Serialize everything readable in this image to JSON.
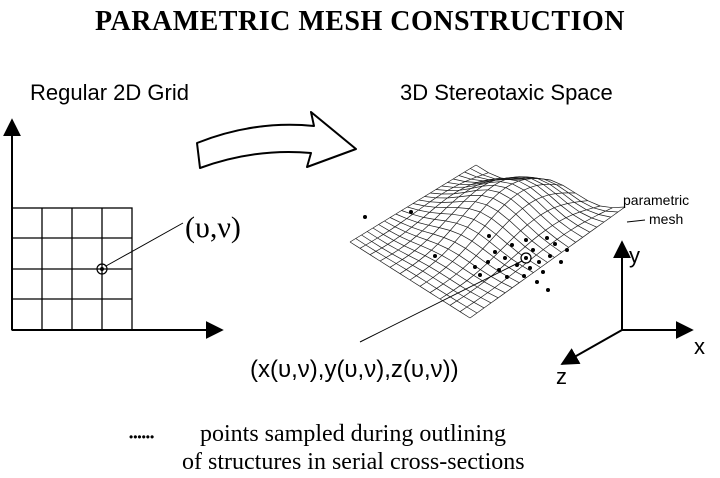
{
  "title": "PARAMETRIC MESH CONSTRUCTION",
  "left_panel": {
    "heading": "Regular 2D Grid",
    "point_label": "(υ,ν)"
  },
  "right_panel": {
    "heading": "3D Stereotaxic Space",
    "mesh_label_line1": "parametric",
    "mesh_label_line2": "mesh",
    "point_label": "(x(υ,ν),y(υ,ν),z(υ,ν))",
    "axes": {
      "x": "x",
      "y": "y",
      "z": "z"
    }
  },
  "caption": {
    "dots": "••••••",
    "line1": "points sampled during outlining",
    "line2": "of structures in serial cross-sections"
  },
  "icons": [
    "mapping-arrow-icon"
  ]
}
